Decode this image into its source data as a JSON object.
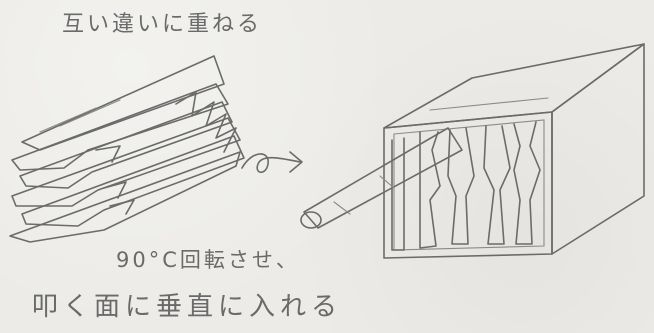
{
  "captions": {
    "stack_instruction": "互い違いに重ねる",
    "rotate_instruction": "90°C回転させ、",
    "insert_instruction": "叩く面に垂直に入れる"
  },
  "colors": {
    "paper": "#ecebe7",
    "pencil": "#6b6b6b"
  },
  "icons": {
    "arrow": "curly-right-arrow-icon"
  }
}
